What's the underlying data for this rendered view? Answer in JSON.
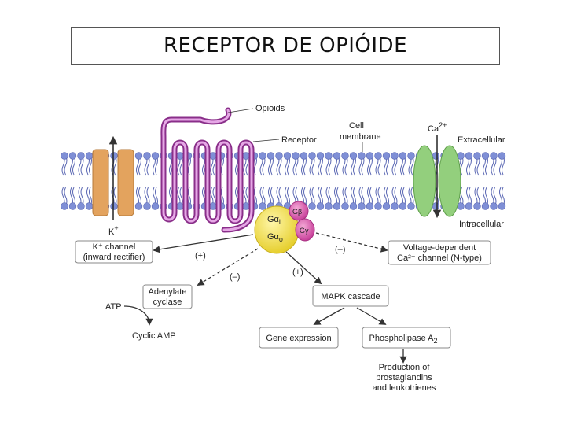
{
  "title": "RECEPTOR DE OPIÓIDE",
  "labels": {
    "opioids": "Opioids",
    "receptor": "Receptor",
    "cell_membrane_1": "Cell",
    "cell_membrane_2": "membrane",
    "ca_ion": "Ca",
    "ca_sup": "2+",
    "extracellular": "Extracellular",
    "intracellular": "Intracellular",
    "k_ion": "K",
    "k_sup": "+",
    "g_alpha_i": "Gα",
    "g_alpha_i_sub": "i",
    "g_alpha_o": "Gα",
    "g_alpha_o_sub": "o",
    "g_beta": "Gβ",
    "g_gamma": "Gγ",
    "k_channel_1": "K⁺ channel",
    "k_channel_2": "(inward rectifier)",
    "voltage_1": "Voltage-dependent",
    "voltage_2": "Ca²⁺ channel (N-type)",
    "adenylate_1": "Adenylate",
    "adenylate_2": "cyclase",
    "atp": "ATP",
    "cyclic_amp": "Cyclic AMP",
    "mapk": "MAPK cascade",
    "gene": "Gene expression",
    "phospholipase": "Phospholipase A",
    "phospholipase_sub": "2",
    "production_1": "Production of",
    "production_2": "prostaglandins",
    "production_3": "and leukotrienes",
    "sign_k": "(+)",
    "sign_ca": "(–)",
    "sign_ac": "(–)",
    "sign_mapk": "(+)"
  },
  "colors": {
    "lipid_head": "#7f8fd6",
    "lipid_tail": "#5a67b3",
    "receptor": "#b44fb4",
    "receptor_inner": "#e6a8e6",
    "k_channel": "#e3a35e",
    "ca_channel": "#93cf7d",
    "g_alpha": "#f2e14a",
    "g_beta_gamma": "#d65fa8"
  }
}
